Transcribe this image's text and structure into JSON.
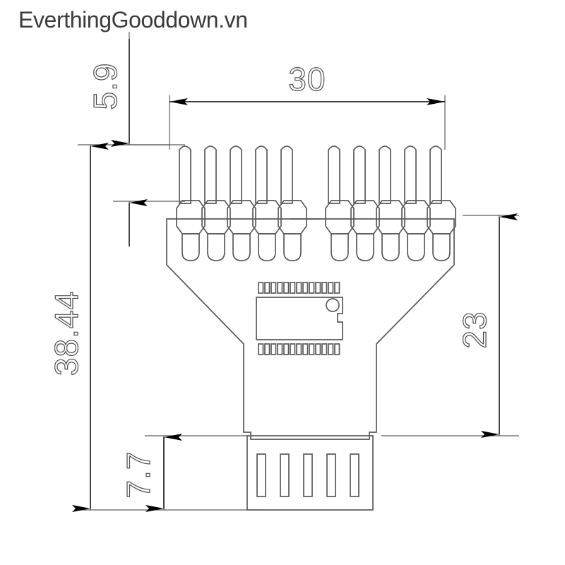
{
  "watermark": {
    "text": "EverthingGooddown.vn",
    "color": "#3b3b3b"
  },
  "drawing": {
    "title": "pcb-adapter-board-dimension-drawing",
    "units": "mm",
    "line_color": "#5a5a5a",
    "arrow_color": "#000000",
    "background": "#ffffff"
  },
  "dimensions": {
    "top_width": {
      "value": "30",
      "orientation": "horizontal",
      "label": "30"
    },
    "pin_length": {
      "value": "5.9",
      "orientation": "vertical-rotated",
      "label": "5.9"
    },
    "total_height": {
      "value": "38.44",
      "orientation": "vertical-rotated",
      "label": "38.44"
    },
    "body_height": {
      "value": "23",
      "orientation": "vertical-rotated",
      "label": "23"
    },
    "connector_height": {
      "value": "7.7",
      "orientation": "vertical-rotated",
      "label": "7.7"
    }
  },
  "components": {
    "pin_header": {
      "name": "pin-header",
      "left_group_count": 5,
      "right_group_count": 5,
      "total_pins": 10
    },
    "ic_chip": {
      "name": "integrated-circuit",
      "top_pin_count": 14,
      "bottom_pin_count": 14,
      "has_pin1_marker": true,
      "has_notch": true
    },
    "usb_connector": {
      "name": "usb-connector",
      "contact_count": 5
    }
  }
}
